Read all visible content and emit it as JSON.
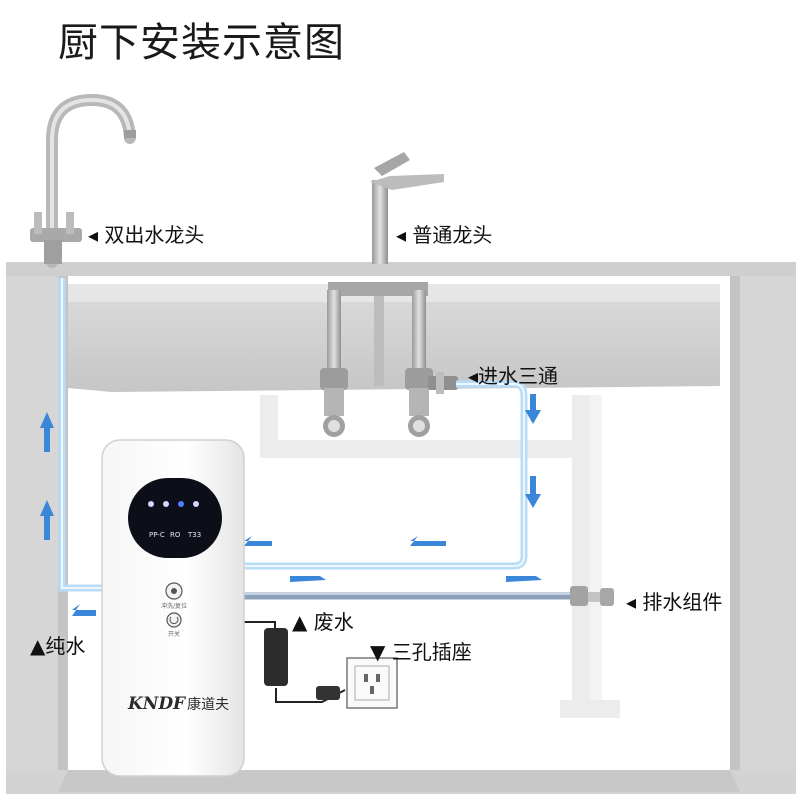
{
  "title": "厨下安装示意图",
  "labels": {
    "dual_faucet": "◂ 双出水龙头",
    "normal_faucet": "◂ 普通龙头",
    "inlet_tee": "◂进水三通",
    "drain_kit": "◂ 排水组件",
    "waste_water": "▲ 废水",
    "pure_water": "▲纯水",
    "socket": "▼ 三孔插座"
  },
  "purifier": {
    "brand_mark": "KNDF",
    "brand_name": "康道夫",
    "panel_buttons": [
      "PP-C",
      "RO",
      "T33"
    ],
    "small_text_1": "冲洗/复位",
    "small_text_2": "开关"
  },
  "colors": {
    "pipe_blue": "#b9dcf7",
    "arrow_blue": "#3a86d8",
    "drain_pipe": "#8c9fb8",
    "cabinet_grey": "#dadada"
  }
}
